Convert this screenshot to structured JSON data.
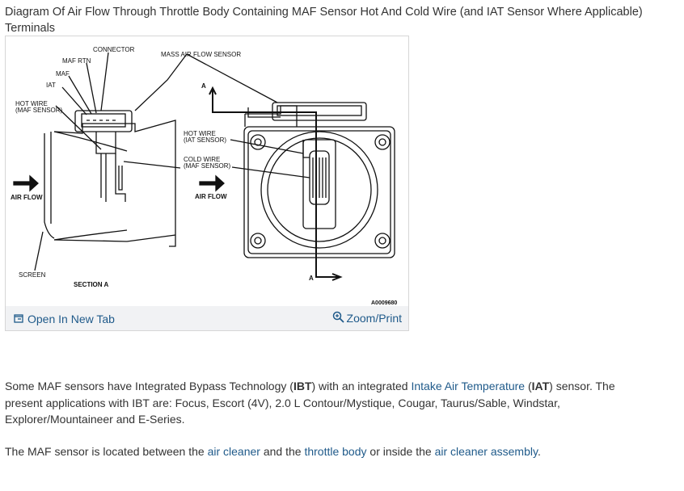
{
  "title": "Diagram Of Air Flow Through Throttle Body Containing MAF Sensor Hot And Cold Wire (and IAT Sensor Where Applicable) Terminals",
  "diagram": {
    "labels": {
      "connector": "CONNECTOR",
      "maf_rtn": "MAF RTN",
      "maf": "MAF",
      "iat": "IAT",
      "hot_wire_left_1": "HOT WIRE",
      "hot_wire_left_2": "(MAF SENSOR)",
      "air_flow_left": "AIR FLOW",
      "screen": "SCREEN",
      "section": "SECTION A",
      "mass_air_flow": "MASS AIR FLOW SENSOR",
      "section_marker_top": "A",
      "section_marker_bottom": "A",
      "hot_wire_iat_1": "HOT WIRE",
      "hot_wire_iat_2": "(IAT SENSOR)",
      "cold_wire_1": "COLD WIRE",
      "cold_wire_2": "(MAF SENSOR)",
      "air_flow_right": "AIR FLOW",
      "figure_id": "A0009680"
    }
  },
  "footer": {
    "open_tab_label": "Open In New Tab",
    "zoom_label": "Zoom/Print",
    "open_tab_icon": "open-new-tab-icon",
    "zoom_icon": "magnifier-icon"
  },
  "paragraph1": {
    "t1": " Some MAF sensors have Integrated Bypass Technology (",
    "b1": "IBT",
    "t2": ") with an integrated ",
    "link1": "Intake Air Temperature",
    "t3": " (",
    "b2": "IAT",
    "t4": ") sensor. The present applications with IBT are: Focus, Escort (4V), 2.0 L Contour/Mystique, Cougar, Taurus/Sable, Windstar, Explorer/Mountaineer and E-Series."
  },
  "paragraph2": {
    "t1": " The MAF sensor is located between the ",
    "link1": "air cleaner",
    "t2": " and the ",
    "link2": "throttle body",
    "t3": " or inside the ",
    "link3": "air cleaner assembly",
    "t4": "."
  },
  "colors": {
    "link": "#1f5a8a",
    "footer_bg": "#f1f2f4",
    "text": "#333333"
  }
}
